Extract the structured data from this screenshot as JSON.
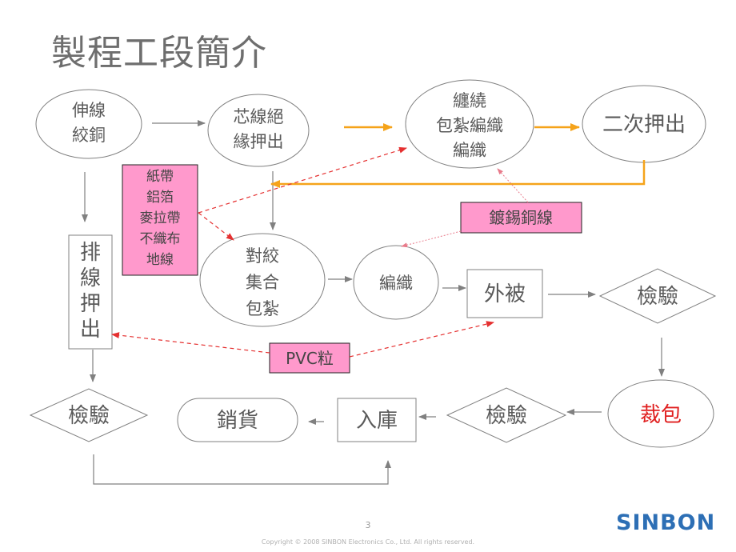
{
  "title": "製程工段簡介",
  "nodes": {
    "stranding": [
      "伸線",
      "絞銅"
    ],
    "core_insulation": [
      "芯線絕",
      "緣押出"
    ],
    "wrapping": [
      "纏繞",
      "包紮編織",
      "編織"
    ],
    "secondary_extrusion": "二次押出",
    "drain_extrusion": [
      "排",
      "線",
      "押",
      "出"
    ],
    "twist_assembly": [
      "對絞",
      "集合",
      "包紮"
    ],
    "braiding": "編織",
    "jacket": "外被",
    "inspection_right": "檢驗",
    "cut_pack": "裁包",
    "inspection_bottom_mid": "檢驗",
    "warehousing": "入庫",
    "sales": "銷貨",
    "inspection_left": "檢驗"
  },
  "materials": {
    "tapes": [
      "紙帶",
      "鋁箔",
      "麥拉帶",
      "不織布",
      "地線"
    ],
    "tinned_copper": "鍍錫銅線",
    "pvc": "PVC粒"
  },
  "colors": {
    "outline": "#808080",
    "orange_flow": "#f5a31a",
    "material_box": "#ff99cc",
    "dashed_link": "#e53030",
    "cut_pack_text": "#e02020"
  },
  "footer": {
    "page_number": "3",
    "copyright": "Copyright © 2008 SINBON Electronics Co., Ltd. All rights reserved.",
    "logo": "SINBON"
  }
}
